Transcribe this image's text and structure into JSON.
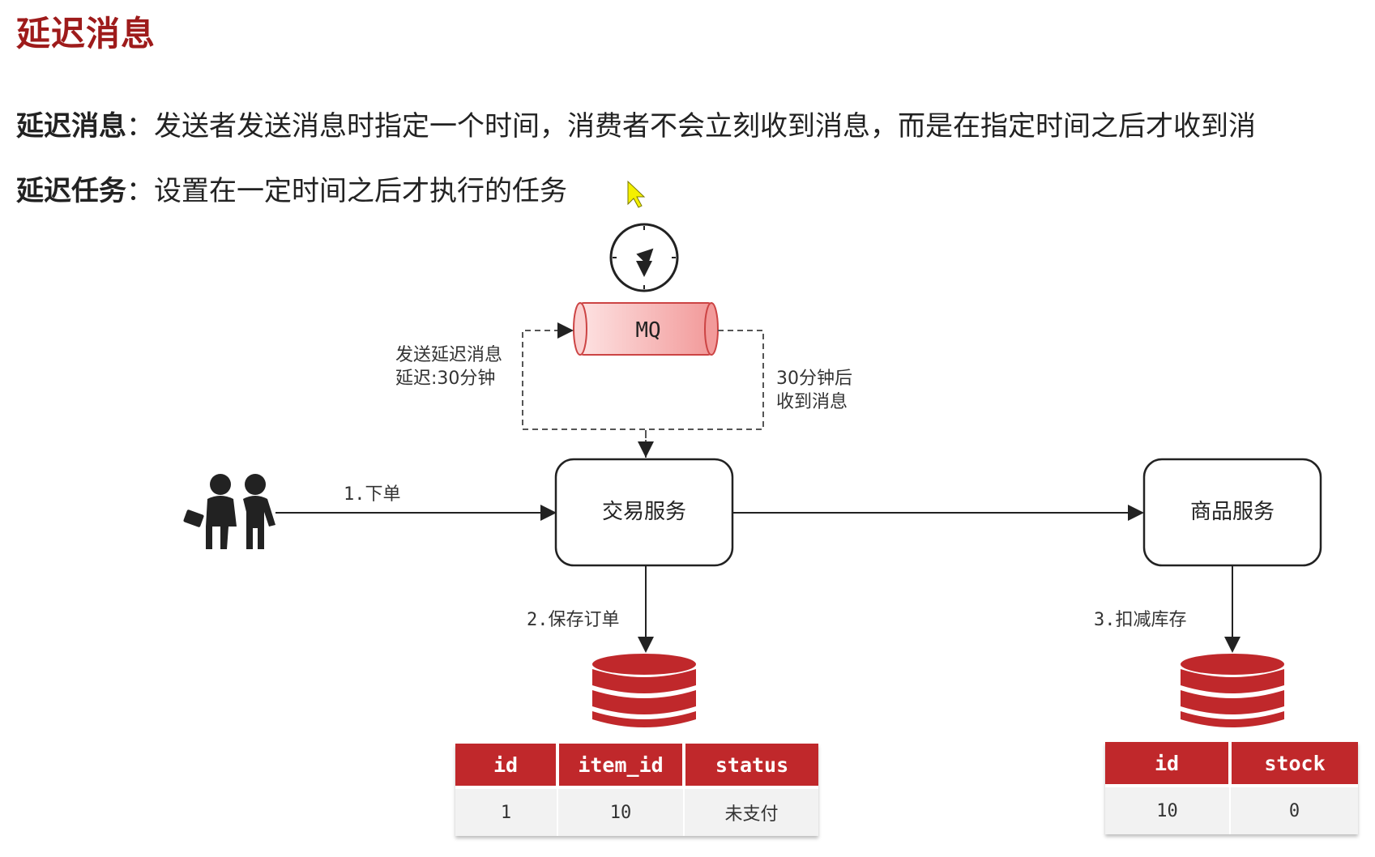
{
  "title": "延迟消息",
  "definitions": [
    {
      "term": "延迟消息",
      "sep": "：",
      "text": "发送者发送消息时指定一个时间，消费者不会立刻收到消息，而是在指定时间之后才收到消"
    },
    {
      "term": "延迟任务",
      "sep": "：",
      "text": "设置在一定时间之后才执行的任务"
    }
  ],
  "diagram": {
    "mq_label": "MQ",
    "send_label_line1": "发送延迟消息",
    "send_label_line2": "延迟:30分钟",
    "receive_label_line1": "30分钟后",
    "receive_label_line2": "收到消息",
    "step1": "1.下单",
    "step2": "2.保存订单",
    "step3": "3.扣减库存",
    "trade_service": "交易服务",
    "product_service": "商品服务"
  },
  "order_table": {
    "headers": [
      "id",
      "item_id",
      "status"
    ],
    "rows": [
      [
        "1",
        "10",
        "未支付"
      ]
    ]
  },
  "stock_table": {
    "headers": [
      "id",
      "stock"
    ],
    "rows": [
      [
        "10",
        "0"
      ]
    ]
  },
  "colors": {
    "accent": "#c0282b",
    "title": "#9e1b1b",
    "mq": "#f4a6a6"
  }
}
